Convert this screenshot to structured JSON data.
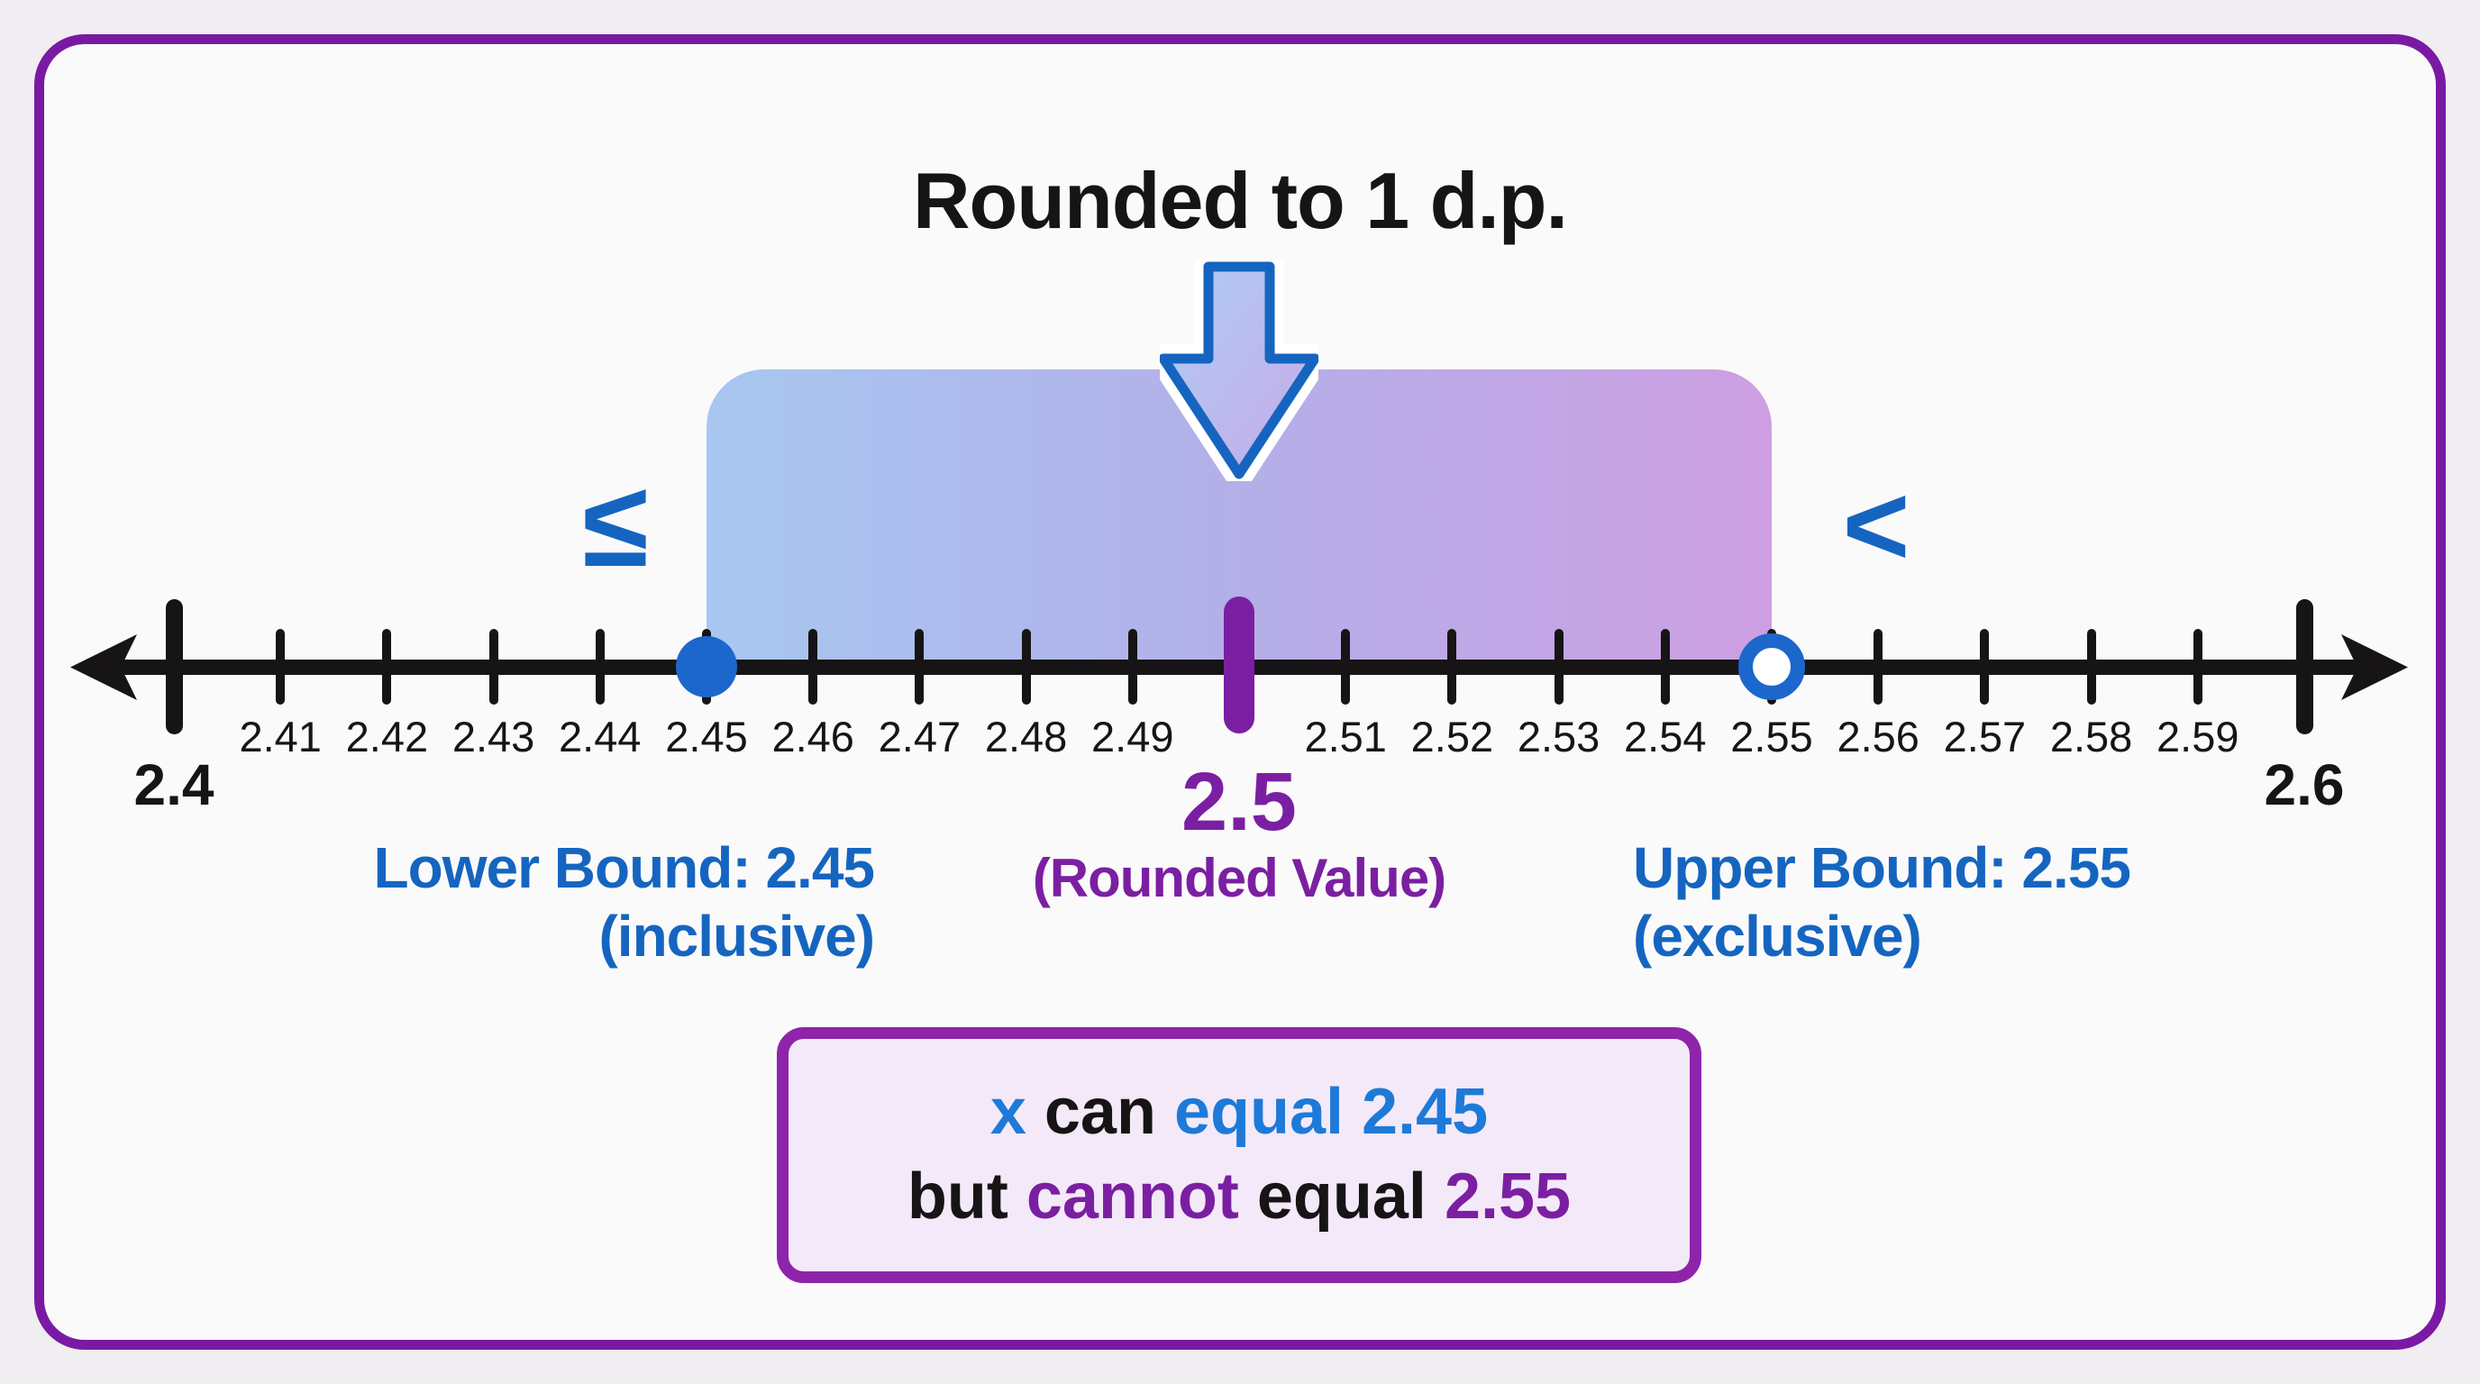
{
  "colors": {
    "blue": "#1565c0",
    "note_blue": "#1e7ad8",
    "dot_blue": "#1c67cc",
    "purple": "#7b1fa2",
    "frame_purple": "#7a1aa4",
    "box_border": "#8e24aa",
    "box_bg": "#f4e9f8",
    "ink": "#161414",
    "card_bg": "#fbfafa",
    "page_bg": "#f0eef0",
    "region_left": "#a7c7f0",
    "region_mid": "#b3b0e9",
    "region_right": "#cd9fe2"
  },
  "title": "Rounded to 1 d.p.",
  "symbols": {
    "lower_inequality": "≤",
    "upper_inequality": "<"
  },
  "number_line": {
    "min": 2.4,
    "max": 2.6,
    "endpoints": [
      {
        "label": "2.4",
        "value": 2.4
      },
      {
        "label": "2.6",
        "value": 2.6
      }
    ],
    "minor_ticks": [
      "2.41",
      "2.42",
      "2.43",
      "2.44",
      "2.45",
      "2.46",
      "2.47",
      "2.48",
      "2.49",
      "2.51",
      "2.52",
      "2.53",
      "2.54",
      "2.55",
      "2.56",
      "2.57",
      "2.58",
      "2.59"
    ],
    "lower_bound": {
      "value": 2.45,
      "style": "closed"
    },
    "upper_bound": {
      "value": 2.55,
      "style": "open"
    },
    "rounded_value": {
      "value": 2.5,
      "label": "2.5",
      "caption": "(Rounded Value)"
    }
  },
  "annotations": {
    "lower_bound_line1": "Lower Bound: 2.45",
    "lower_bound_line2": "(inclusive)",
    "upper_bound_line1": "Upper Bound: 2.55",
    "upper_bound_line2": "(exclusive)"
  },
  "note": {
    "lines": [
      [
        {
          "text": "x ",
          "color": "note_blue"
        },
        {
          "text": "can ",
          "color": "ink"
        },
        {
          "text": "equal 2.45",
          "color": "note_blue"
        }
      ],
      [
        {
          "text": "but ",
          "color": "ink"
        },
        {
          "text": "cannot ",
          "color": "purple"
        },
        {
          "text": "equal ",
          "color": "ink"
        },
        {
          "text": "2.55",
          "color": "purple"
        }
      ]
    ]
  }
}
